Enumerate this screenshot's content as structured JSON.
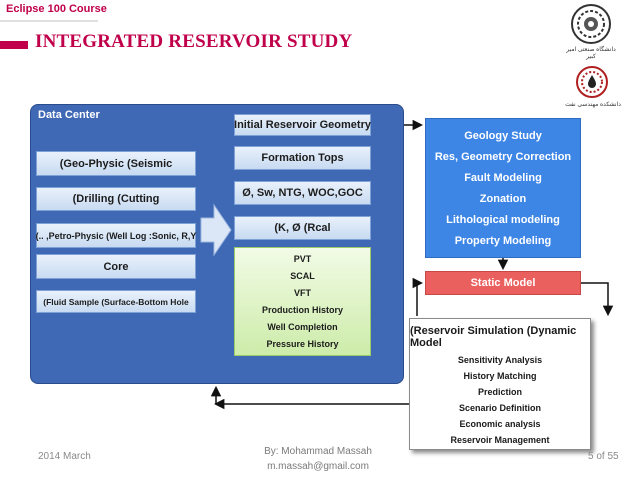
{
  "header": {
    "course_label": "Eclipse 100 Course",
    "title": "INTEGRATED RESERVOIR STUDY"
  },
  "logos": {
    "top_caption": "دانشگاه صنعتی امیر کبیر",
    "bottom_caption": "دانشکده مهندسی نفت"
  },
  "data_center": {
    "label": "Data Center",
    "inputs": [
      "(Geo-Physic (Seismic",
      "(Drilling (Cutting",
      "(.. ,Petro-Physic (Well Log :Sonic, R,Y",
      "Core",
      "(Fluid Sample (Surface-Bottom Hole"
    ],
    "outputs": [
      "Initial Reservoir Geometry",
      "Formation Tops",
      "Ø, Sw, NTG, WOC,GOC",
      "(K, Ø (Rcal"
    ],
    "green_items": [
      "PVT",
      "SCAL",
      "VFT",
      "Production History",
      "Well Completion",
      "Pressure History"
    ]
  },
  "geology": {
    "items": [
      "Geology Study",
      "Res, Geometry Correction",
      "Fault Modeling",
      "Zonation",
      "Lithological modeling",
      "Property Modeling"
    ]
  },
  "static_model": "Static Model",
  "simulation": {
    "title": "(Reservoir Simulation (Dynamic Model",
    "items": [
      "Sensitivity Analysis",
      "History Matching",
      "Prediction",
      "Scenario Definition",
      "Economic analysis",
      "Reservoir Management"
    ]
  },
  "footer": {
    "date": "2014 March",
    "author_line1": "By: Mohammad Massah",
    "author_line2": "m.massah@gmail.com",
    "page": "5 of 55"
  },
  "colors": {
    "accent": "#c0004a",
    "data_center": "#3f68b5",
    "geology": "#3d86e6",
    "static_model": "#e9605f"
  }
}
